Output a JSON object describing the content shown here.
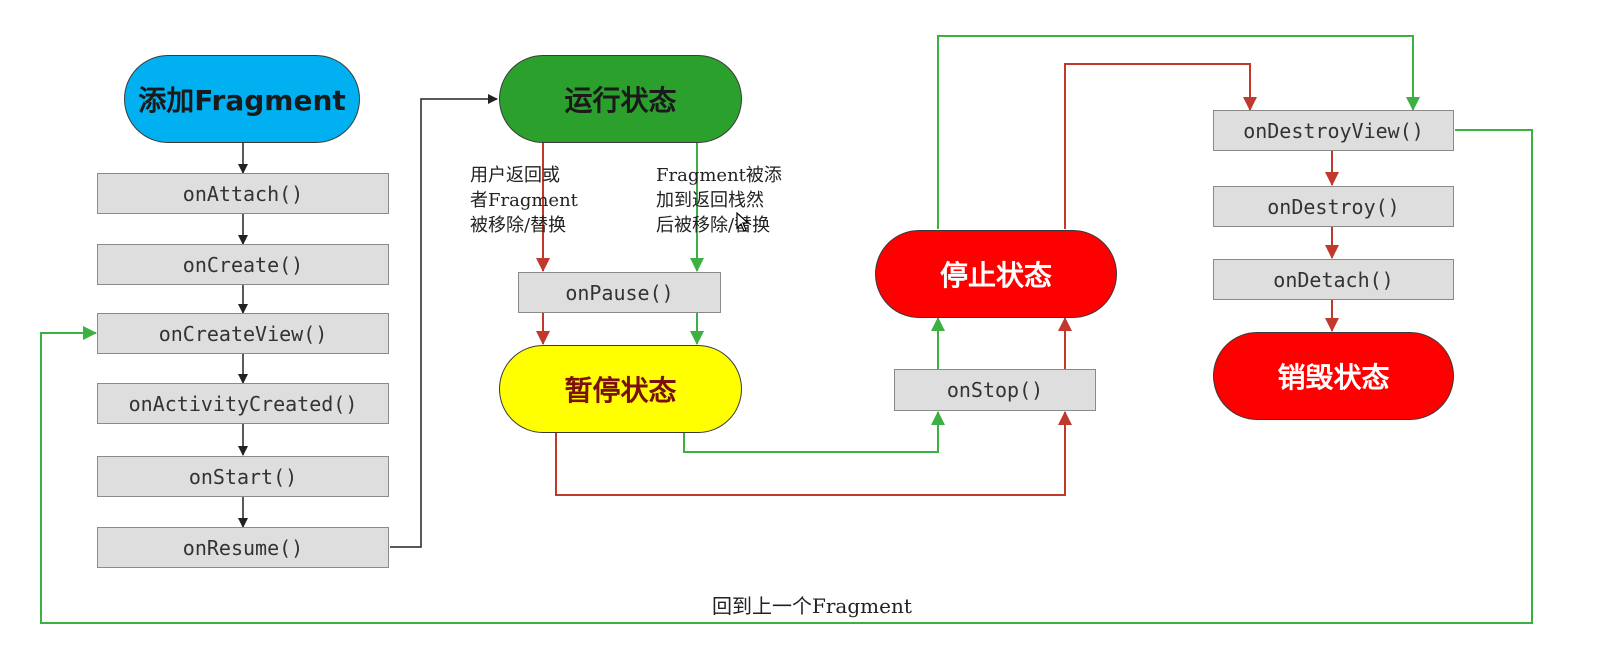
{
  "nodes": {
    "add_fragment": "添加Fragment",
    "running": "运行状态",
    "paused": "暂停状态",
    "stopped": "停止状态",
    "destroyed": "销毁状态"
  },
  "callbacks": {
    "on_attach": "onAttach()",
    "on_create": "onCreate()",
    "on_create_view": "onCreateView()",
    "on_activity_created": "onActivityCreated()",
    "on_start": "onStart()",
    "on_resume": "onResume()",
    "on_pause": "onPause()",
    "on_stop": "onStop()",
    "on_destroy_view": "onDestroyView()",
    "on_destroy": "onDestroy()",
    "on_detach": "onDetach()"
  },
  "labels": {
    "left_path": [
      "用户返回或",
      "者Fragment",
      "被移除/替换"
    ],
    "right_path": [
      "Fragment被添",
      "加到返回栈然",
      "后被移除/替换"
    ],
    "back_to_previous": "回到上一个Fragment"
  },
  "colors": {
    "add_fragment": "#00b0f0",
    "running": "#2ca02c",
    "paused": "#ffff00",
    "stopped": "#ff0000",
    "destroyed": "#ff0000",
    "path_red": "#c0392b",
    "path_green": "#3cb043",
    "arrow_dark": "#222222",
    "callback_fill": "#dedede"
  }
}
